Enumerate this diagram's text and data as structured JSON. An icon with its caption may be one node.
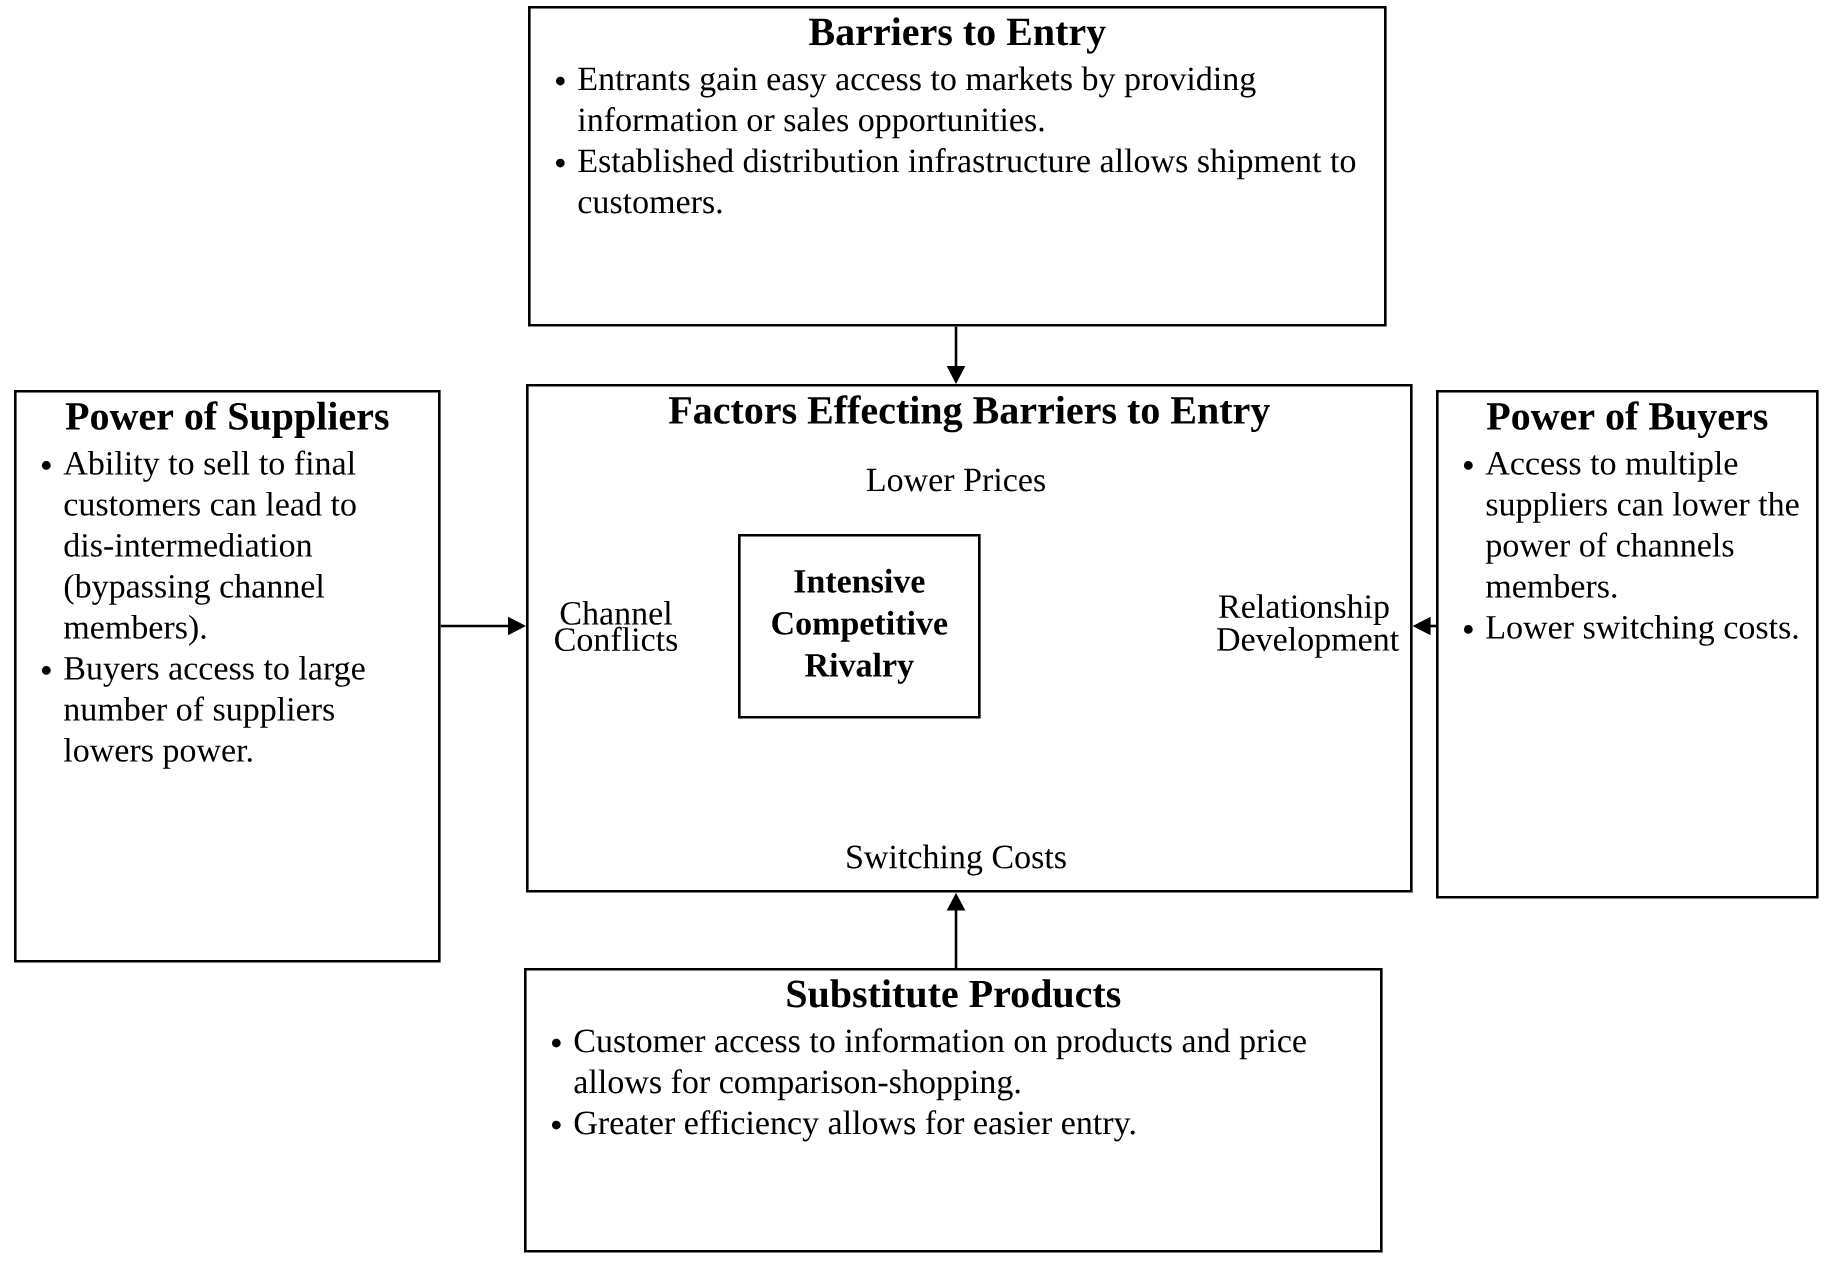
{
  "diagram": {
    "nodes": [
      {
        "text": [
          "Barriers to Entry",
          "Entrants gain easy access to markets by providing information or sales opportunities.",
          "Established distribution infrastructure allows shipment to customers."
        ]
      },
      {
        "text": [
          "Power of Suppliers",
          "Ability to sell to final customers can lead to dis-intermediation (bypassing channel members).",
          "Buyers access to large number of suppliers lowers power."
        ]
      },
      {
        "text": [
          "Factors Effecting Barriers to Entry",
          "Lower Prices",
          "Channel Conflicts",
          "Relationship Development",
          "Switching Costs"
        ]
      },
      {
        "text": [
          "Intensive Competitive Rivalry"
        ],
        "in": 2
      },
      {
        "text": [
          "Power of Buyers",
          "Access to multiple suppliers can lower the power of channels members.",
          "Lower switching costs."
        ]
      },
      {
        "text": [
          "Substitute Products",
          "Customer access to information on products and price allows for comparison-shopping.",
          "Greater efficiency allows for easier entry."
        ]
      }
    ],
    "edges": [
      {
        "from": 0,
        "to": 2,
        "arrow": "to"
      },
      {
        "from": 1,
        "to": 2,
        "arrow": "to"
      },
      {
        "from": 4,
        "to": 2,
        "arrow": "to"
      },
      {
        "from": 5,
        "to": 2,
        "arrow": "to"
      }
    ]
  }
}
